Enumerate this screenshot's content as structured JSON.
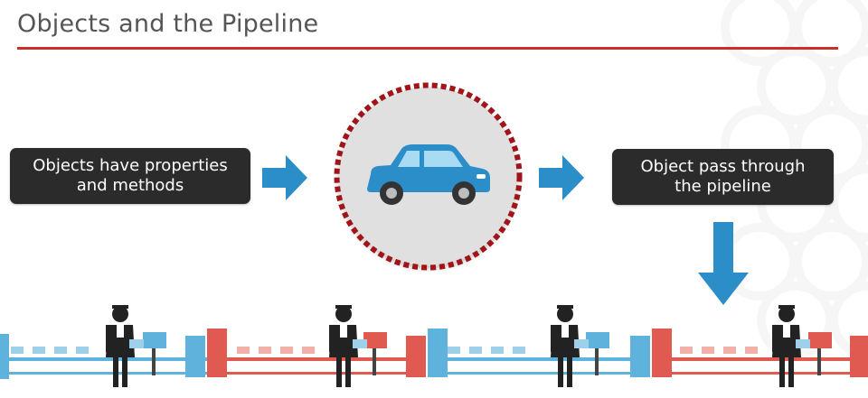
{
  "slide": {
    "title": "Objects and the Pipeline",
    "accent_color": "#c8312a"
  },
  "callouts": {
    "left_text": "Objects have properties\nand methods",
    "right_text": "Object pass through\nthe pipeline"
  },
  "icons": {
    "arrow_color": "#2b8ec9",
    "car_color": "#2b8ec9",
    "circle_fill": "#e0e0e0",
    "circle_border": "#a1151a",
    "center": "car-icon",
    "scene": "conveyor-worker-icon"
  }
}
